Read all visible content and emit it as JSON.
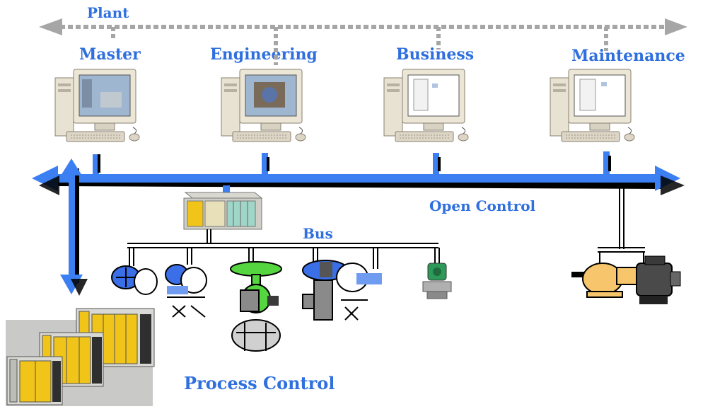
{
  "labels": {
    "plant": "Plant",
    "master": "Master",
    "engineering": "Engineering",
    "business": "Business",
    "maintenance": "Maintenance",
    "open_control": "Open Control",
    "bus": "Bus",
    "process_control": "Process Control"
  },
  "colors": {
    "label_blue": "#2f6fde",
    "bus_blue": "#3b7ff2",
    "plant_link_gray": "#a6a6a6",
    "valve_green": "#55d640",
    "motor_orange": "#f7c56b",
    "module_yellow": "#f0c419"
  },
  "icons": {
    "workstation": "desktop-computer-icon",
    "controller_rack": "plc-rack-icon",
    "valve": "valve-icon",
    "transmitter": "pressure-transmitter-icon",
    "motor": "motor-pump-icon",
    "safety_plc": "safety-plc-photo"
  }
}
